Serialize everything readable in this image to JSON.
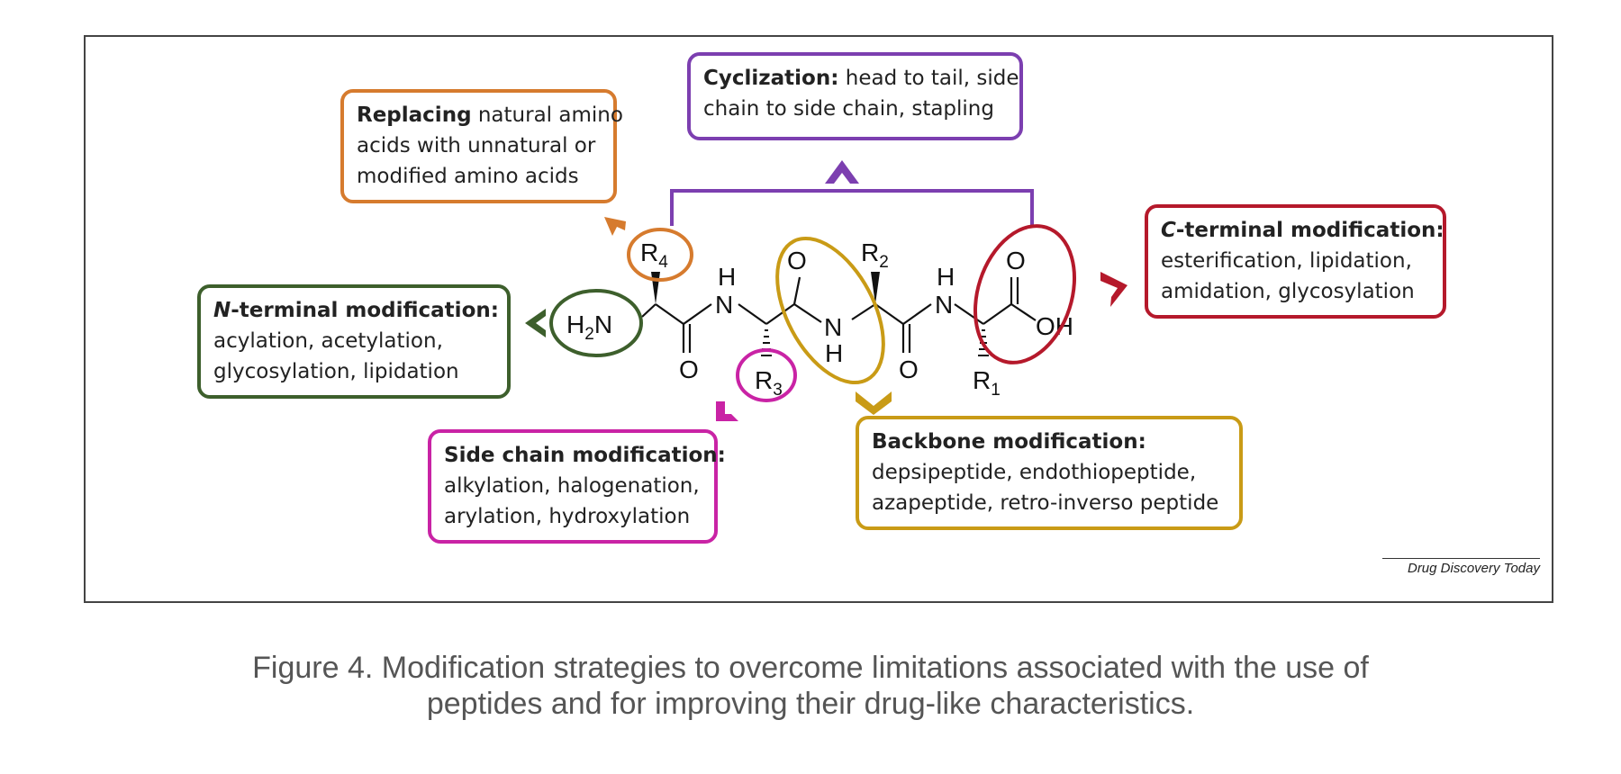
{
  "colors": {
    "replacing": "#d67b2e",
    "cyclization": "#7c3fb0",
    "c_terminal": "#b5192b",
    "n_terminal": "#3d5f2c",
    "side_chain": "#c923a5",
    "backbone": "#c99b16"
  },
  "boxes": {
    "replacing": {
      "bold": "Replacing",
      "rest1": " natural amino",
      "line2": "acids with unnatural or",
      "line3": "modified amino acids"
    },
    "cyclization": {
      "bold": "Cyclization:",
      "rest1": " head to tail, side",
      "line2": "chain to side chain, stapling"
    },
    "c_terminal": {
      "bold_italic": "C",
      "bold": "-terminal modification:",
      "line2": "esterification, lipidation,",
      "line3": "amidation, glycosylation"
    },
    "n_terminal": {
      "bold_italic": "N",
      "bold": "-terminal modification:",
      "line2": "acylation, acetylation,",
      "line3": "glycosylation, lipidation"
    },
    "side_chain": {
      "bold": "Side chain modification:",
      "line2": "alkylation, halogenation,",
      "line3": "arylation, hydroxylation"
    },
    "backbone": {
      "bold": "Backbone modification:",
      "line2": "depsipeptide, endothiopeptide,",
      "line3": "azapeptide, retro-inverso peptide"
    }
  },
  "structure_labels": {
    "r4": "R4",
    "h2n": "H2N",
    "o1": "O",
    "h1": "H",
    "n1": "N",
    "o2": "O",
    "r3": "R3",
    "n2": "N",
    "h2": "H",
    "r2": "R2",
    "o3": "O",
    "h3": "H",
    "n3": "N",
    "r1": "R1",
    "o4": "O",
    "oh": "OH"
  },
  "credit": "Drug Discovery Today",
  "caption": {
    "line1": "Figure 4. Modification strategies to overcome limitations associated with the use of",
    "line2": "peptides and for improving their drug-like characteristics."
  },
  "icons": {
    "arrows": [
      "chevron-up-icon",
      "chevron-left-icon",
      "chevron-right-icon",
      "chevron-down-icon"
    ]
  }
}
